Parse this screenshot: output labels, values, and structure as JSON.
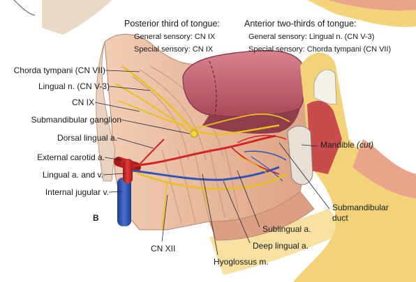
{
  "panel_label": "B",
  "headers": {
    "posterior": {
      "title": "Posterior third of tongue:",
      "line1": "General sensory: CN IX",
      "line2": "Special sensory: CN IX"
    },
    "anterior": {
      "title": "Anterior two-thirds of tongue:",
      "line1": "General sensory: Lingual n. (CN V-3)",
      "line2": "Special sensory: Chorda tympani (CN VII)"
    }
  },
  "left_labels": {
    "chorda_tympani": "Chorda tympani (CN VII)",
    "lingual_n": "Lingual n. (CN V-3)",
    "cn_ix": "CN IX",
    "submandibular_ganglion": "Submandibular ganglion",
    "dorsal_lingual_a": "Dorsal lingual a.",
    "external_carotid_a": "External carotid a.",
    "lingual_a_v": "Lingual a. and v.",
    "internal_jugular_v": "Internal jugular v."
  },
  "right_labels": {
    "mandible": "Mandible",
    "mandible_note": "(cut)",
    "submandibular_duct_1": "Submandibular",
    "submandibular_duct_2": "duct"
  },
  "bottom_labels": {
    "cn_xii": "CN XII",
    "hyoglossus": "Hyoglossus m.",
    "sublingual_a": "Sublingual a.",
    "deep_lingual_a": "Deep lingual a."
  },
  "colors": {
    "muscle": "#e6b394",
    "muscle_dark": "#c98c6c",
    "tongue": "#b85c6b",
    "tongue_light": "#d6808c",
    "nerve": "#e8c21a",
    "artery": "#d02525",
    "vein": "#2f55b5",
    "bone": "#e6e0d6",
    "fat": "#f2d37a",
    "skin": "#e8a58a"
  }
}
